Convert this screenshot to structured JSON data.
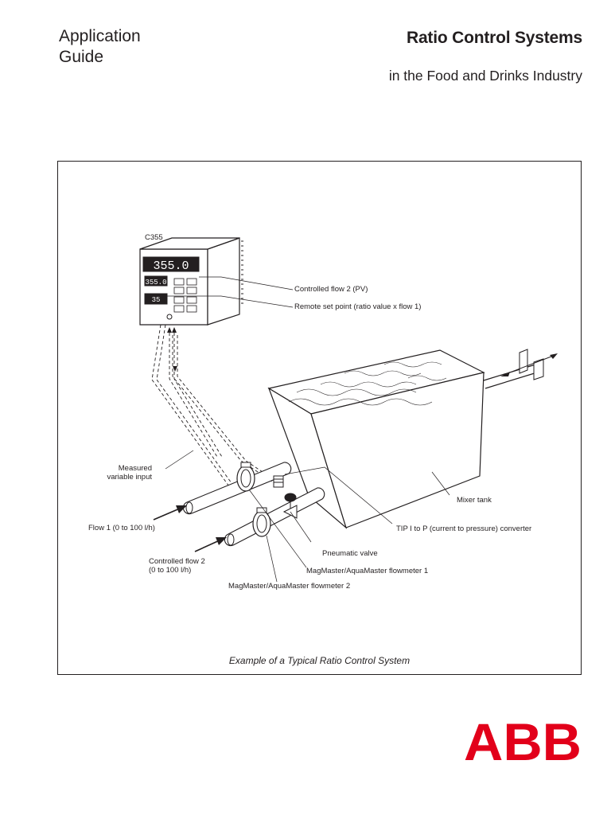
{
  "header": {
    "doc_type_line1": "Application",
    "doc_type_line2": "Guide",
    "title": "Ratio Control Systems",
    "subtitle": "in the Food and Drinks Industry"
  },
  "figure": {
    "caption": "Example of a Typical Ratio Control System",
    "controller": {
      "model": "C355",
      "main_display": "355.0",
      "secondary_display_1": "355.0",
      "secondary_display_2": "35"
    },
    "labels": {
      "controlled_flow_pv": "Controlled flow 2 (PV)",
      "remote_set_point": "Remote set point (ratio value x flow 1)",
      "measured_variable_line1": "Measured",
      "measured_variable_line2": "variable input",
      "mixer_tank": "Mixer tank",
      "flow1": "Flow 1 (0 to 100 l/h)",
      "tip_converter": "TIP I to P (current to pressure) converter",
      "pneumatic_valve": "Pneumatic valve",
      "controlled_flow2_line1": "Controlled flow 2",
      "controlled_flow2_line2": "(0 to 100 l/h)",
      "flowmeter1": "MagMaster/AquaMaster flowmeter 1",
      "flowmeter2": "MagMaster/AquaMaster flowmeter 2"
    }
  },
  "logo": {
    "text": "ABB",
    "color": "#e2001a"
  }
}
